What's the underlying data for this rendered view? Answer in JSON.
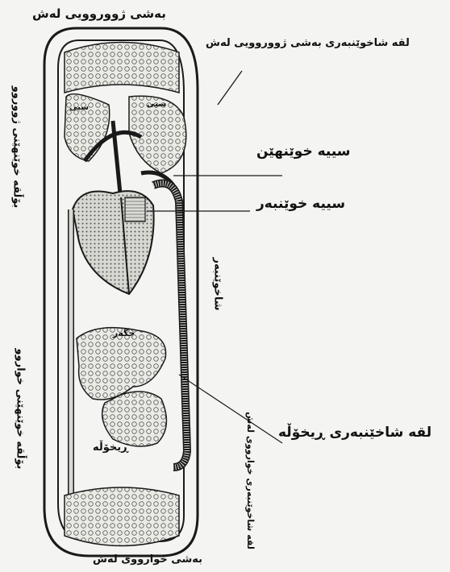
{
  "labels": {
    "top_body": "بەشی ژووروویی لەش",
    "top_capillary": "لقە شاخوێنبەری بەشی ژووروویی لەش",
    "vein_upper_left": "بۆڵقە خوێنهێنی ژووروو",
    "lung_left": "سیی",
    "lung_right": "سیی",
    "pulmonary_vein": "سییە خوێنهێن",
    "pulmonary_artery": "سییە خوێنبەر",
    "aorta": "شاخوێنبەر",
    "liver": "جگەر",
    "vein_lower_left": "بۆڵقە خوێنهێنی خواروو",
    "intestine_branch": "لقە شاخێنبەری ڕیخۆڵە",
    "intestine": "ڕیخۆڵە",
    "lower_branch": "لقە شاخوێنبەری خوارووی لەش",
    "bottom_body": "بەشی خوارووی لەش"
  },
  "colors": {
    "ink": "#1a1a1a",
    "tissue": "#e4e4df",
    "vessel": "#cfcfc9"
  }
}
